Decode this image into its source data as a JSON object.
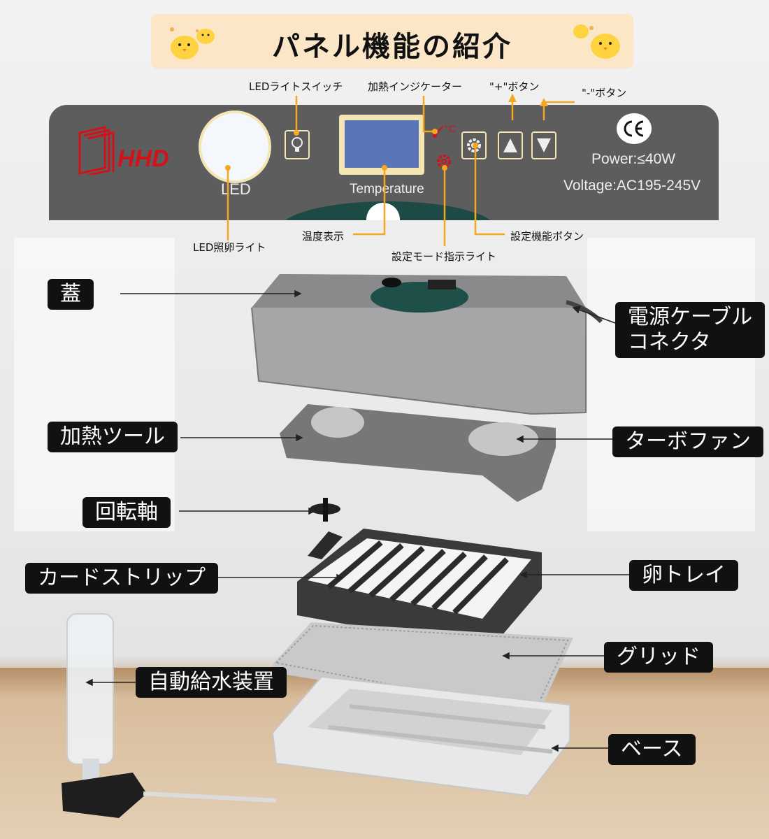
{
  "title": "パネル機能の紹介",
  "panel": {
    "brand": "HHD",
    "led_label": "LED",
    "temperature_label": "Temperature",
    "celsius": "°C",
    "power": "Power:≤40W",
    "voltage": "Voltage:AC195-245V"
  },
  "callouts": {
    "led_switch": "LEDライトスイッチ",
    "heat_indicator": "加熱インジケーター",
    "plus_button": "\"+\"ボタン",
    "minus_button": "\"-\"ボタン",
    "led_candle": "LED照卵ライト",
    "temp_display": "温度表示",
    "setting_button": "設定機能ボタン",
    "setting_mode_light": "設定モード指示ライト"
  },
  "parts": {
    "lid": "蓋",
    "power_connector_1": "電源ケーブル",
    "power_connector_2": "コネクタ",
    "heater": "加熱ツール",
    "turbo_fan": "ターボファン",
    "shaft": "回転軸",
    "card_strip": "カードストリップ",
    "egg_tray": "卵トレイ",
    "grid": "グリッド",
    "water_feeder": "自動給水装置",
    "base": "ベース"
  },
  "colors": {
    "accent_orange": "#f5a623",
    "brand_red": "#d0121b",
    "tag_bg": "#111111"
  }
}
